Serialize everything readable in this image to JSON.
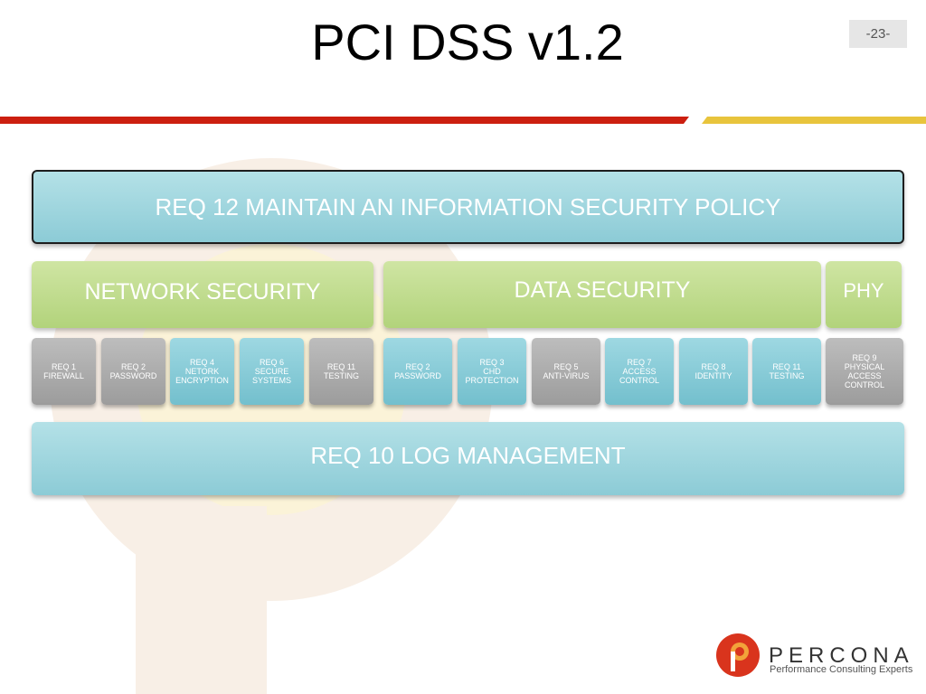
{
  "slide": {
    "title": "PCI DSS v1.2",
    "number": "-23-"
  },
  "top_band": "REQ 12 MAINTAIN AN INFORMATION SECURITY POLICY",
  "bottom_band": "REQ 10 LOG MANAGEMENT",
  "groups": {
    "network": "NETWORK SECURITY",
    "data": "DATA SECURITY",
    "physical": "PHY"
  },
  "requirements": [
    {
      "line1": "REQ 1",
      "line2": "FIREWALL",
      "line3": "",
      "line4": "",
      "color": "gray"
    },
    {
      "line1": "REQ 2",
      "line2": "PASSWORD",
      "line3": "",
      "line4": "",
      "color": "gray"
    },
    {
      "line1": "REQ 4",
      "line2": "NETORK",
      "line3": "ENCRYPTION",
      "line4": "",
      "color": "blue"
    },
    {
      "line1": "REQ 6",
      "line2": "SECURE",
      "line3": "SYSTEMS",
      "line4": "",
      "color": "blue"
    },
    {
      "line1": "REQ 11",
      "line2": "TESTING",
      "line3": "",
      "line4": "",
      "color": "gray"
    },
    {
      "line1": "REQ 2",
      "line2": "PASSWORD",
      "line3": "",
      "line4": "",
      "color": "blue"
    },
    {
      "line1": "REQ 3",
      "line2": "CHD",
      "line3": "PROTECTION",
      "line4": "",
      "color": "blue"
    },
    {
      "line1": "REQ 5",
      "line2": "ANTI-VIRUS",
      "line3": "",
      "line4": "",
      "color": "gray"
    },
    {
      "line1": "REQ 7",
      "line2": "ACCESS",
      "line3": "CONTROL",
      "line4": "",
      "color": "blue"
    },
    {
      "line1": "REQ 8",
      "line2": "IDENTITY",
      "line3": "",
      "line4": "",
      "color": "blue"
    },
    {
      "line1": "REQ 11",
      "line2": "TESTING",
      "line3": "",
      "line4": "",
      "color": "blue"
    },
    {
      "line1": "REQ 9",
      "line2": "PHYSICAL",
      "line3": "ACCESS",
      "line4": "CONTROL",
      "color": "gray"
    }
  ],
  "logo": {
    "wordmark": "PERCONA",
    "tagline": "Performance Consulting Experts",
    "mark_icon": "percona-p-icon"
  },
  "colors": {
    "red_rule": "#cc1f10",
    "yellow_rule": "#e8c43c",
    "band_blue": "#9dd6df",
    "group_green": "#c2dd93",
    "req_gray": "#adadad",
    "req_blue": "#85c9d5"
  }
}
